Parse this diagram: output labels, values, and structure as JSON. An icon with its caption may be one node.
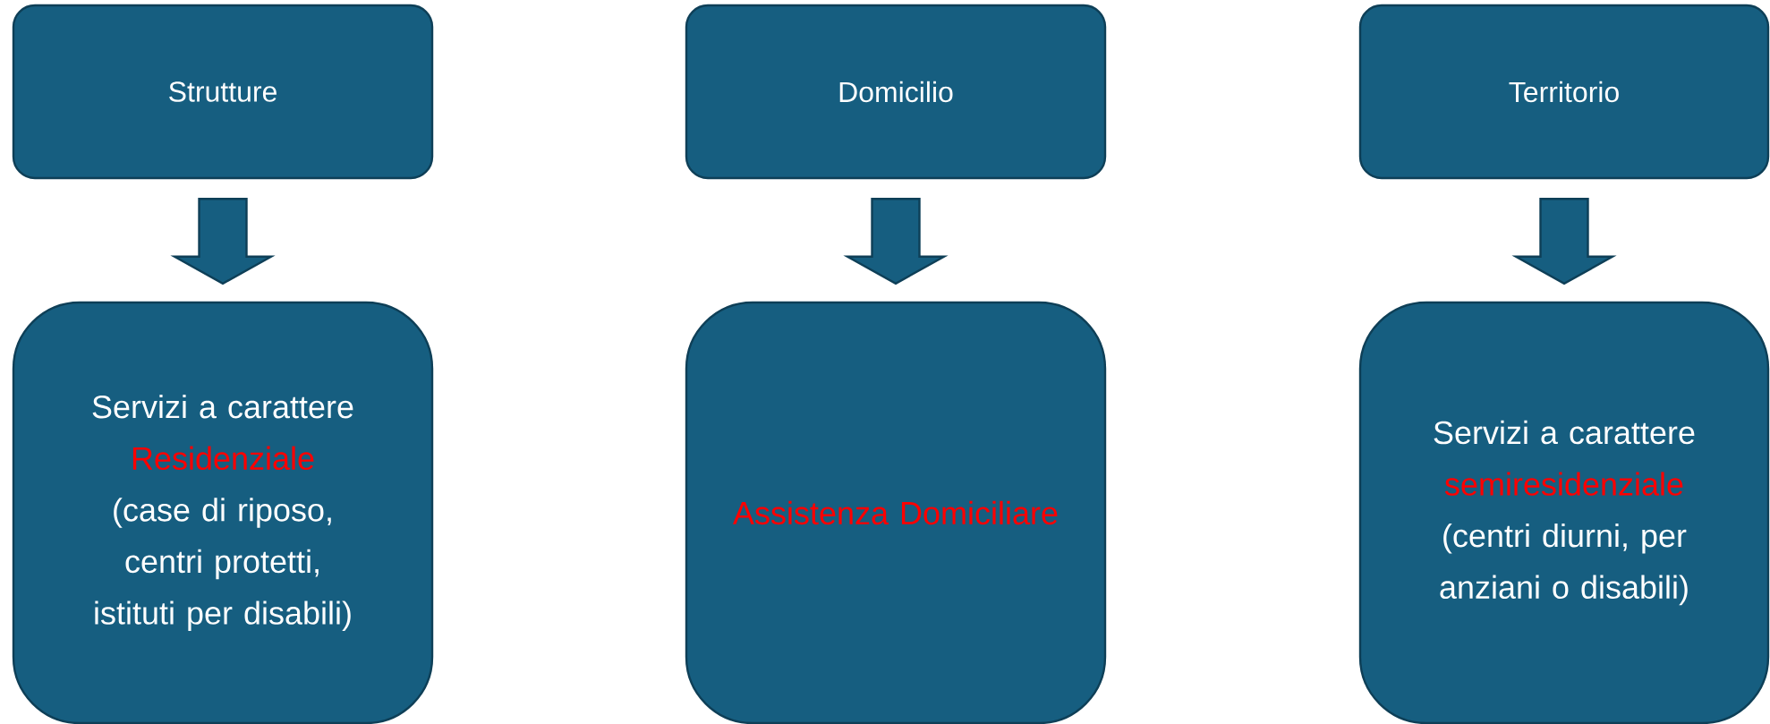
{
  "diagram": {
    "nodes": [
      {
        "text": [
          "Strutture"
        ]
      },
      {
        "text": [
          "Servizi a carattere",
          "Residenziale",
          "(case di riposo, centri protetti, istituti per disabili)"
        ]
      },
      {
        "text": [
          "Domicilio"
        ]
      },
      {
        "text": [
          "Assistenza Domiciliare"
        ]
      },
      {
        "text": [
          "Territorio"
        ]
      },
      {
        "text": [
          "Servizi a carattere",
          "semiresidenziale",
          "(centri diurni, per anziani o disabili)"
        ]
      }
    ],
    "edges": [
      {
        "from": 0,
        "to": 1,
        "arrow": "to"
      },
      {
        "from": 2,
        "to": 3,
        "arrow": "to"
      },
      {
        "from": 4,
        "to": 5,
        "arrow": "to"
      }
    ]
  }
}
